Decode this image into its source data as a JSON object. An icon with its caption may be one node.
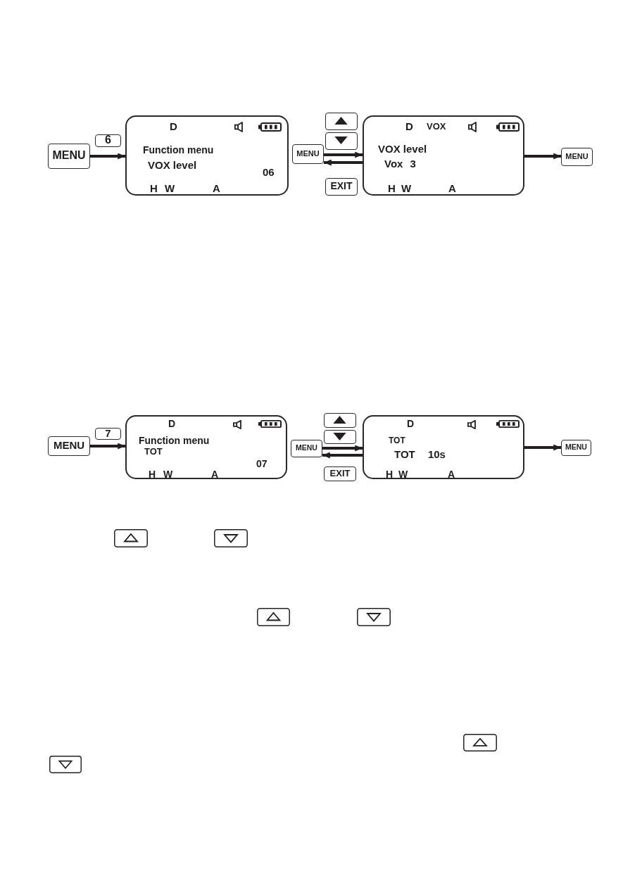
{
  "diagram": {
    "nodes": [
      {
        "text": [
          "MENU"
        ]
      },
      {
        "text": [
          "6"
        ]
      },
      {
        "text": [
          "D",
          "Function menu",
          "VOX level",
          "06",
          "H",
          "W",
          "A"
        ]
      },
      {
        "text": [],
        "shape": "box"
      },
      {
        "text": [],
        "shape": "box"
      },
      {
        "text": [
          "MENU"
        ]
      },
      {
        "text": [
          "EXIT"
        ]
      },
      {
        "text": [
          "D",
          "VOX",
          "VOX level",
          "Vox 3",
          "H",
          "W",
          "A"
        ]
      },
      {
        "text": [
          "MENU"
        ]
      },
      {
        "text": [
          "MENU"
        ]
      },
      {
        "text": [
          "7"
        ]
      },
      {
        "text": [
          "D",
          "Function menu",
          "TOT",
          "07",
          "H",
          "W",
          "A"
        ]
      },
      {
        "text": [],
        "shape": "box"
      },
      {
        "text": [],
        "shape": "box"
      },
      {
        "text": [
          "MENU"
        ]
      },
      {
        "text": [
          "EXIT"
        ]
      },
      {
        "text": [
          "D",
          "TOT",
          "TOT 10s",
          "H",
          "W",
          "A"
        ]
      },
      {
        "text": [
          "MENU"
        ]
      }
    ],
    "edges": [
      {
        "from": 0,
        "to": 2,
        "arrow": "to"
      },
      {
        "from": 5,
        "to": 7,
        "arrow": "to"
      },
      {
        "from": 7,
        "to": 5,
        "arrow": "to"
      },
      {
        "from": 7,
        "to": 8,
        "arrow": "to"
      },
      {
        "from": 9,
        "to": 11,
        "arrow": "to"
      },
      {
        "from": 14,
        "to": 16,
        "arrow": "to"
      },
      {
        "from": 16,
        "to": 14,
        "arrow": "to"
      },
      {
        "from": 16,
        "to": 17,
        "arrow": "to"
      }
    ]
  }
}
